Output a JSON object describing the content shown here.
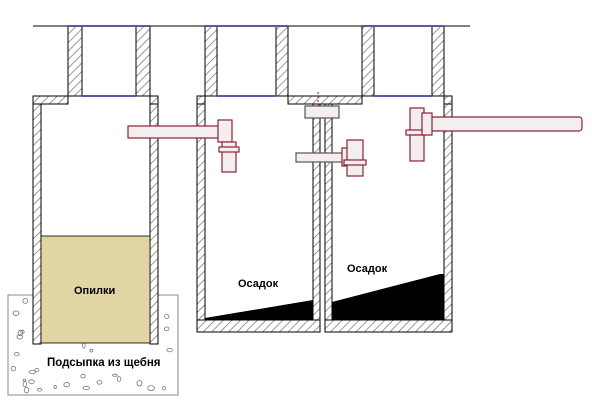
{
  "labels": {
    "filter_material": "Опилки",
    "sediment_1": "Осадок",
    "sediment_2": "Осадок",
    "gravel_bed": "Подсыпка из щебня"
  },
  "colors": {
    "wall_hatch": "#777777",
    "sawdust_fill": "#e0d5a3",
    "sediment": "#000000",
    "pipe_outline": "#8a2433",
    "pipe_fill": "#f4eef0",
    "hatch_cover": "#5a5aa8",
    "gravel_outline": "#8a8a8a"
  },
  "icons": {
    "gravel_texture": "scattered-stones"
  }
}
